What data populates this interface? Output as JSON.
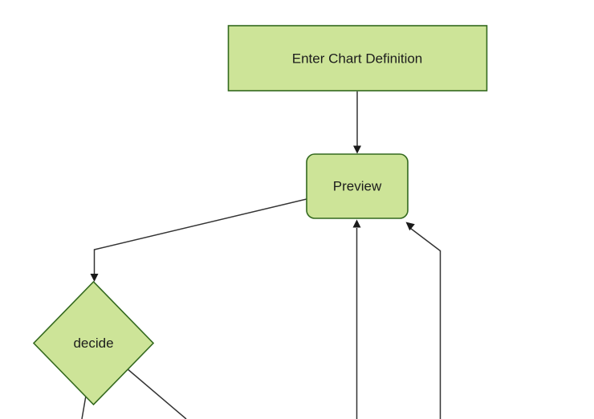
{
  "diagram": {
    "type": "flowchart",
    "orientation": "top-down",
    "background_color": "#ffffff",
    "node_fill_color": "#cde498",
    "node_border_color": "#33691e",
    "edge_color": "#333333",
    "arrow_color": "#1a1a1a",
    "text_color": "#1c1c1c",
    "nodes": [
      {
        "id": "enter-chart-definition",
        "shape": "rectangle",
        "label": "Enter Chart Definition"
      },
      {
        "id": "preview",
        "shape": "rounded-rectangle",
        "label": "Preview"
      },
      {
        "id": "decide",
        "shape": "diamond",
        "label": "decide"
      }
    ],
    "edges": [
      {
        "from": "enter-chart-definition",
        "to": "preview",
        "arrow": true
      },
      {
        "from": "preview",
        "to": "decide",
        "arrow": true
      },
      {
        "from": "offscreen-bottom",
        "to": "preview",
        "arrow": true
      },
      {
        "from": "offscreen-bottom-right",
        "to": "preview",
        "arrow": true
      },
      {
        "from": "decide",
        "to": "offscreen-bottom-left",
        "arrow": false
      },
      {
        "from": "decide",
        "to": "offscreen-bottom-right",
        "arrow": false
      }
    ]
  }
}
